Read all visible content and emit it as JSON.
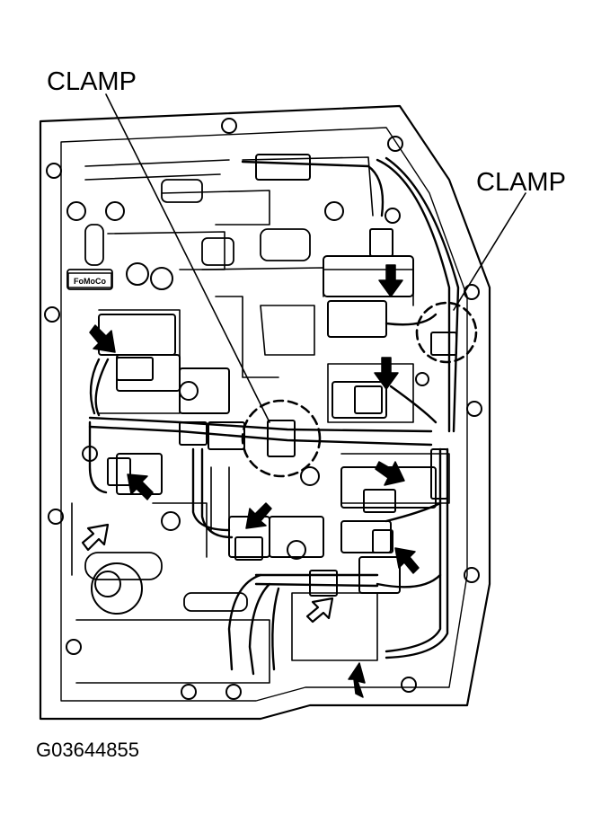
{
  "labels": {
    "clamp_left": "CLAMP",
    "clamp_right": "CLAMP",
    "figure_id": "G03644855",
    "logo": "FoMoCo"
  },
  "style": {
    "ink": "#000000",
    "paper": "#ffffff"
  }
}
